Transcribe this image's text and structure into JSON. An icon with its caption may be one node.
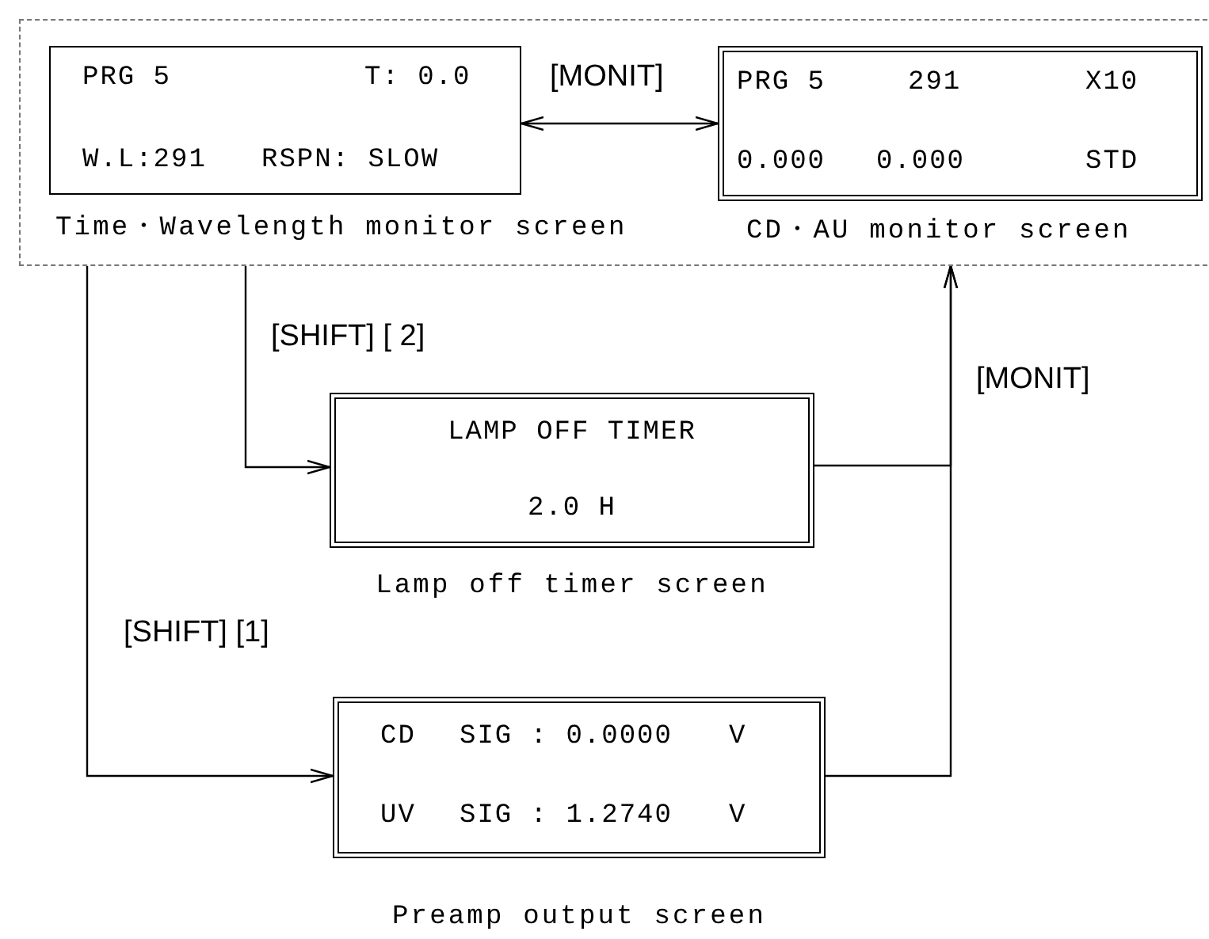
{
  "diagram": {
    "nodes": [
      {
        "text": [],
        "shape": "box"
      },
      {
        "text": [
          "PRG 5",
          "T: 0.0",
          "W.L:291",
          "RSPN: SLOW"
        ],
        "in": 0,
        "beside": [
          "Time・Wavelength monitor screen"
        ]
      },
      {
        "text": [
          "PRG 5",
          "291",
          "X10",
          "0.000",
          "0.000",
          "STD"
        ],
        "in": 0,
        "beside": [
          "CD・AU monitor screen"
        ]
      },
      {
        "text": [
          "LAMP OFF TIMER",
          "2.0 H"
        ],
        "beside": [
          "Lamp off timer screen"
        ]
      },
      {
        "text": [
          "CD",
          "SIG : 0.0000",
          "V",
          "UV",
          "SIG : 1.2740",
          "V"
        ],
        "beside": [
          "Preamp output screen"
        ]
      }
    ],
    "edges": [
      {
        "from": 1,
        "to": 2,
        "arrow": "both",
        "label": "[MONIT]"
      },
      {
        "from": 0,
        "to": 3,
        "arrow": "to",
        "label": "[SHIFT] [ 2]"
      },
      {
        "from": 0,
        "to": 4,
        "arrow": "to",
        "label": "[SHIFT] [1]"
      },
      {
        "from": 3,
        "to": 0,
        "arrow": "to",
        "label": "[MONIT]"
      },
      {
        "from": 4,
        "to": 0,
        "arrow": "to"
      }
    ]
  }
}
